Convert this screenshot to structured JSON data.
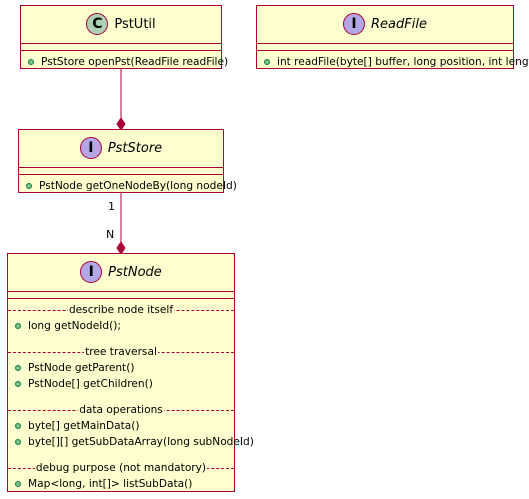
{
  "diagram": {
    "classes": {
      "pstutil": {
        "stereotype_letter": "C",
        "name": "PstUtil",
        "methods": [
          "PstStore openPst(ReadFile readFile)"
        ]
      },
      "readfile": {
        "stereotype_letter": "I",
        "name": "ReadFile",
        "methods": [
          "int readFile(byte[] buffer, long position, int length)"
        ]
      },
      "pststore": {
        "stereotype_letter": "I",
        "name": "PstStore",
        "methods": [
          "PstNode getOneNodeBy(long nodeId)"
        ]
      },
      "pstnode": {
        "stereotype_letter": "I",
        "name": "PstNode",
        "sections": [
          {
            "title": "describe node itself",
            "methods": [
              "long getNodeId();"
            ]
          },
          {
            "title": "tree traversal",
            "methods": [
              "PstNode getParent()",
              "PstNode[] getChildren()"
            ]
          },
          {
            "title": "data operations",
            "methods": [
              "byte[] getMainData()",
              "byte[][] getSubDataArray(long subNodeId)"
            ]
          },
          {
            "title": "debug purpose (not mandatory)",
            "methods": [
              "Map<long, int[]> listSubData()"
            ]
          }
        ]
      }
    },
    "links": {
      "store_node": {
        "source_multiplicity": "1",
        "target_multiplicity": "N"
      }
    },
    "colors": {
      "class_fill": "#FEFECE",
      "border": "#A80036",
      "class_badge": "#ADD1B2",
      "interface_badge": "#B4A7E5",
      "public_dot": "#84BE84"
    }
  }
}
